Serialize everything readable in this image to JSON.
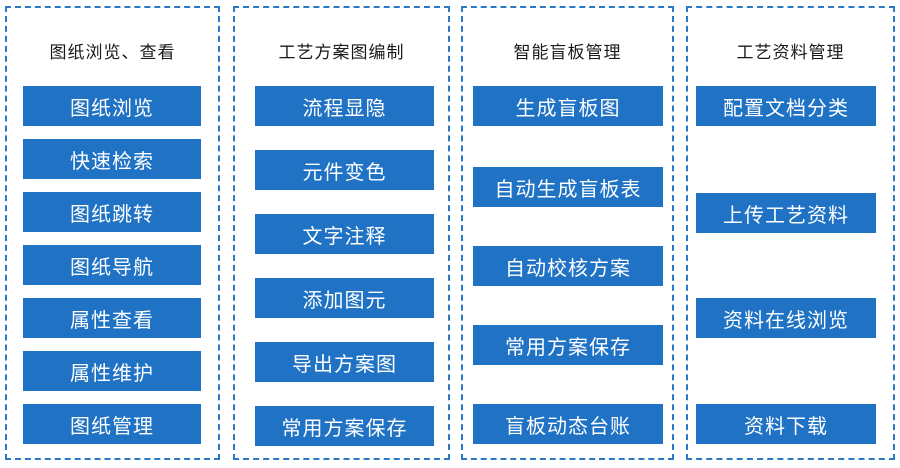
{
  "panels": [
    {
      "title": "图纸浏览、查看",
      "items": [
        "图纸浏览",
        "快速检索",
        "图纸跳转",
        "图纸导航",
        "属性查看",
        "属性维护",
        "图纸管理"
      ]
    },
    {
      "title": "工艺方案图编制",
      "items": [
        "流程显隐",
        "元件变色",
        "文字注释",
        "添加图元",
        "导出方案图",
        "常用方案保存"
      ]
    },
    {
      "title": "智能盲板管理",
      "items": [
        "生成盲板图",
        "自动生成盲板表",
        "自动校核方案",
        "常用方案保存",
        "盲板动态台账"
      ]
    },
    {
      "title": "工艺资料管理",
      "items": [
        "配置文档分类",
        "上传工艺资料",
        "资料在线浏览",
        "资料下载"
      ]
    }
  ]
}
